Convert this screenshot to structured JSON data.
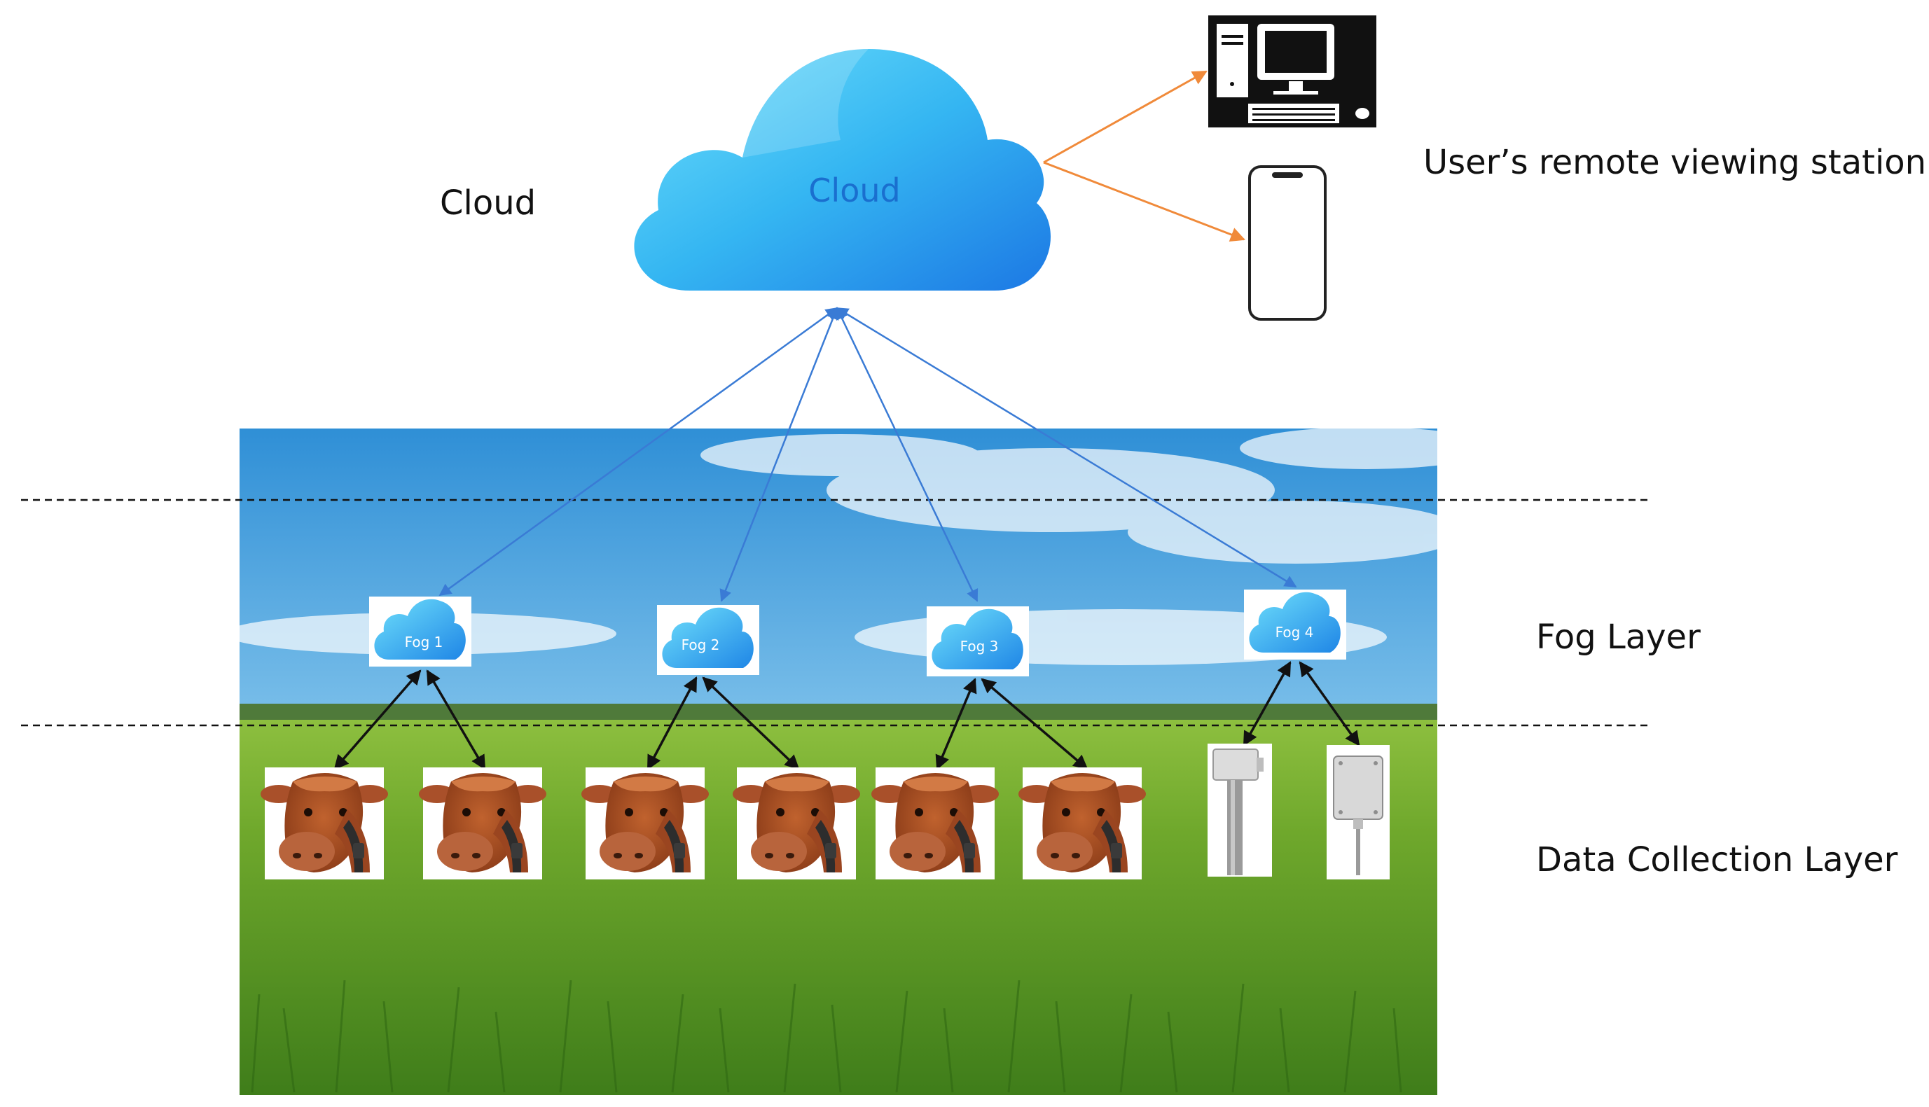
{
  "diagram": {
    "cloud_side_label": "Cloud",
    "main_cloud_text": "Cloud",
    "user_station_label": "User’s  remote viewing station",
    "fog_layer_label": "Fog Layer",
    "data_collection_label": "Data Collection Layer",
    "fog_nodes": [
      {
        "label": "Fog 1"
      },
      {
        "label": "Fog  2"
      },
      {
        "label": "Fog 3"
      },
      {
        "label": "Fog 4"
      }
    ],
    "devices": [
      {
        "kind": "cow-collar"
      },
      {
        "kind": "cow-collar"
      },
      {
        "kind": "cow-collar"
      },
      {
        "kind": "cow-collar"
      },
      {
        "kind": "cow-collar"
      },
      {
        "kind": "cow-collar"
      },
      {
        "kind": "stake-sensor"
      },
      {
        "kind": "box-sensor"
      }
    ],
    "user_devices": [
      "desktop-computer-icon",
      "smartphone-icon"
    ],
    "colors": {
      "cloud_link": "#3a7bd5",
      "user_link": "#f08a3a",
      "fog_link": "#111111",
      "cloud_light": "#5fd3f7",
      "cloud_dark": "#1e7ee6"
    }
  }
}
